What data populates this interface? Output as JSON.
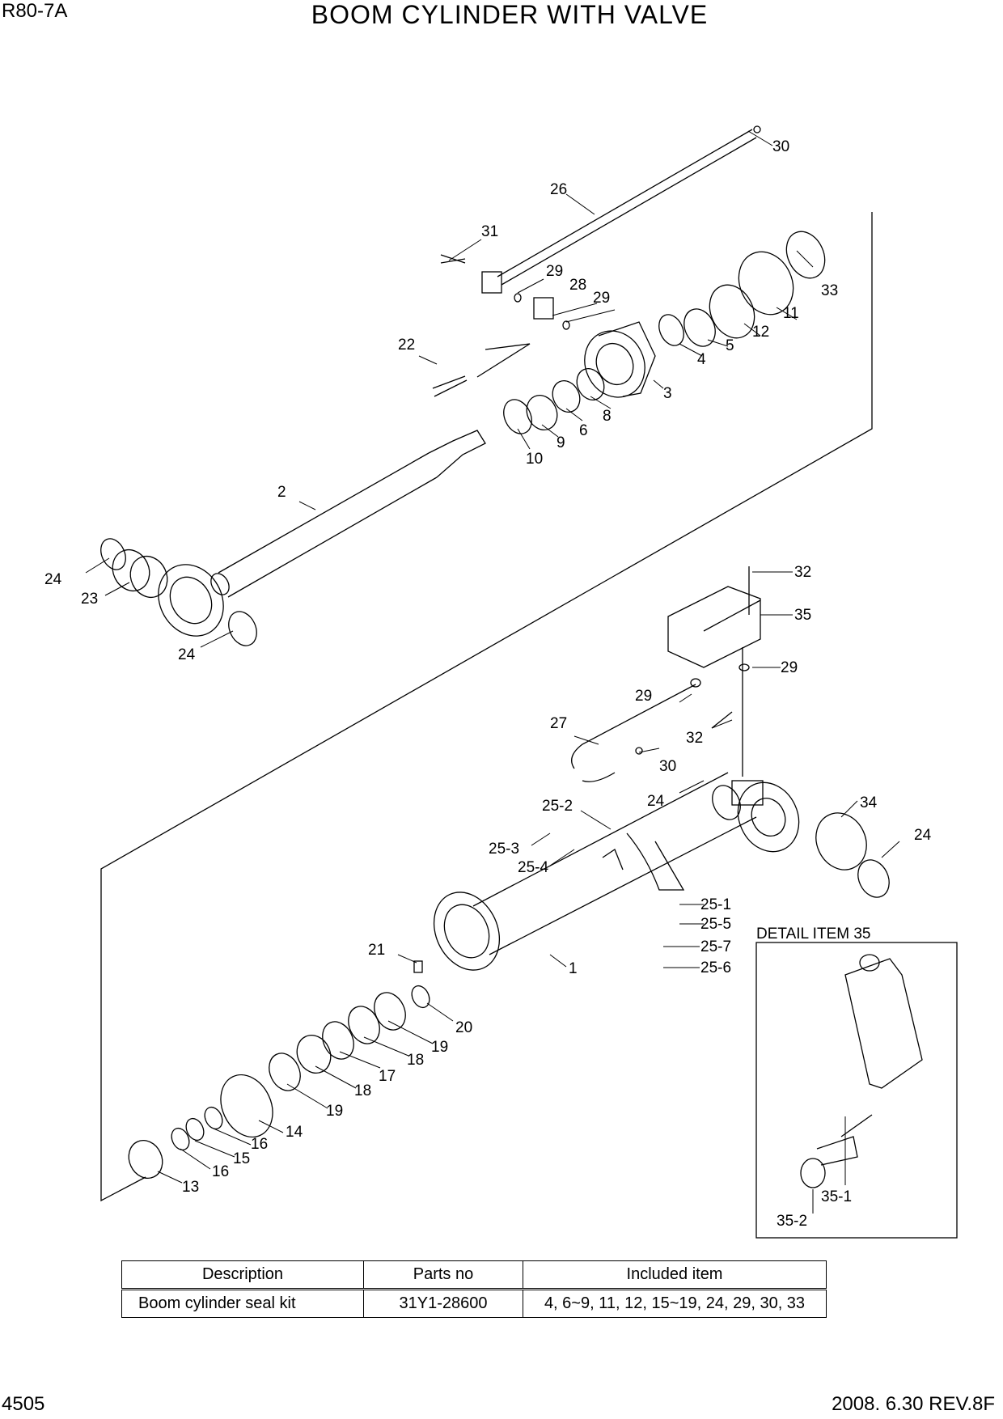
{
  "header": {
    "model": "R80-7A",
    "title": "BOOM CYLINDER WITH VALVE"
  },
  "footer": {
    "page_number": "4505",
    "revision": "2008. 6.30 REV.8F"
  },
  "detail_label": "DETAIL  ITEM 35",
  "callouts": {
    "c1": "1",
    "c2": "2",
    "c3": "3",
    "c4": "4",
    "c5": "5",
    "c6": "6",
    "c8": "8",
    "c9": "9",
    "c10": "10",
    "c11": "11",
    "c12": "12",
    "c13": "13",
    "c14": "14",
    "c15": "15",
    "c16a": "16",
    "c16b": "16",
    "c17": "17",
    "c18a": "18",
    "c18b": "18",
    "c19a": "19",
    "c19b": "19",
    "c20": "20",
    "c21": "21",
    "c22": "22",
    "c23": "23",
    "c24a": "24",
    "c24b": "24",
    "c24c": "24",
    "c24d": "24",
    "c25_1": "25-1",
    "c25_2": "25-2",
    "c25_3": "25-3",
    "c25_4": "25-4",
    "c25_5": "25-5",
    "c25_6": "25-6",
    "c25_7": "25-7",
    "c26": "26",
    "c27": "27",
    "c28": "28",
    "c29a": "29",
    "c29b": "29",
    "c29c": "29",
    "c29d": "29",
    "c30a": "30",
    "c30b": "30",
    "c31": "31",
    "c32a": "32",
    "c32b": "32",
    "c33": "33",
    "c34": "34",
    "c35": "35",
    "c35_1": "35-1",
    "c35_2": "35-2"
  },
  "kit_table": {
    "headers": {
      "description": "Description",
      "parts_no": "Parts no",
      "included": "Included item"
    },
    "rows": [
      {
        "description": "Boom cylinder seal kit",
        "parts_no": "31Y1-28600",
        "included": "4, 6~9, 11, 12, 15~19, 24, 29, 30, 33"
      }
    ]
  }
}
